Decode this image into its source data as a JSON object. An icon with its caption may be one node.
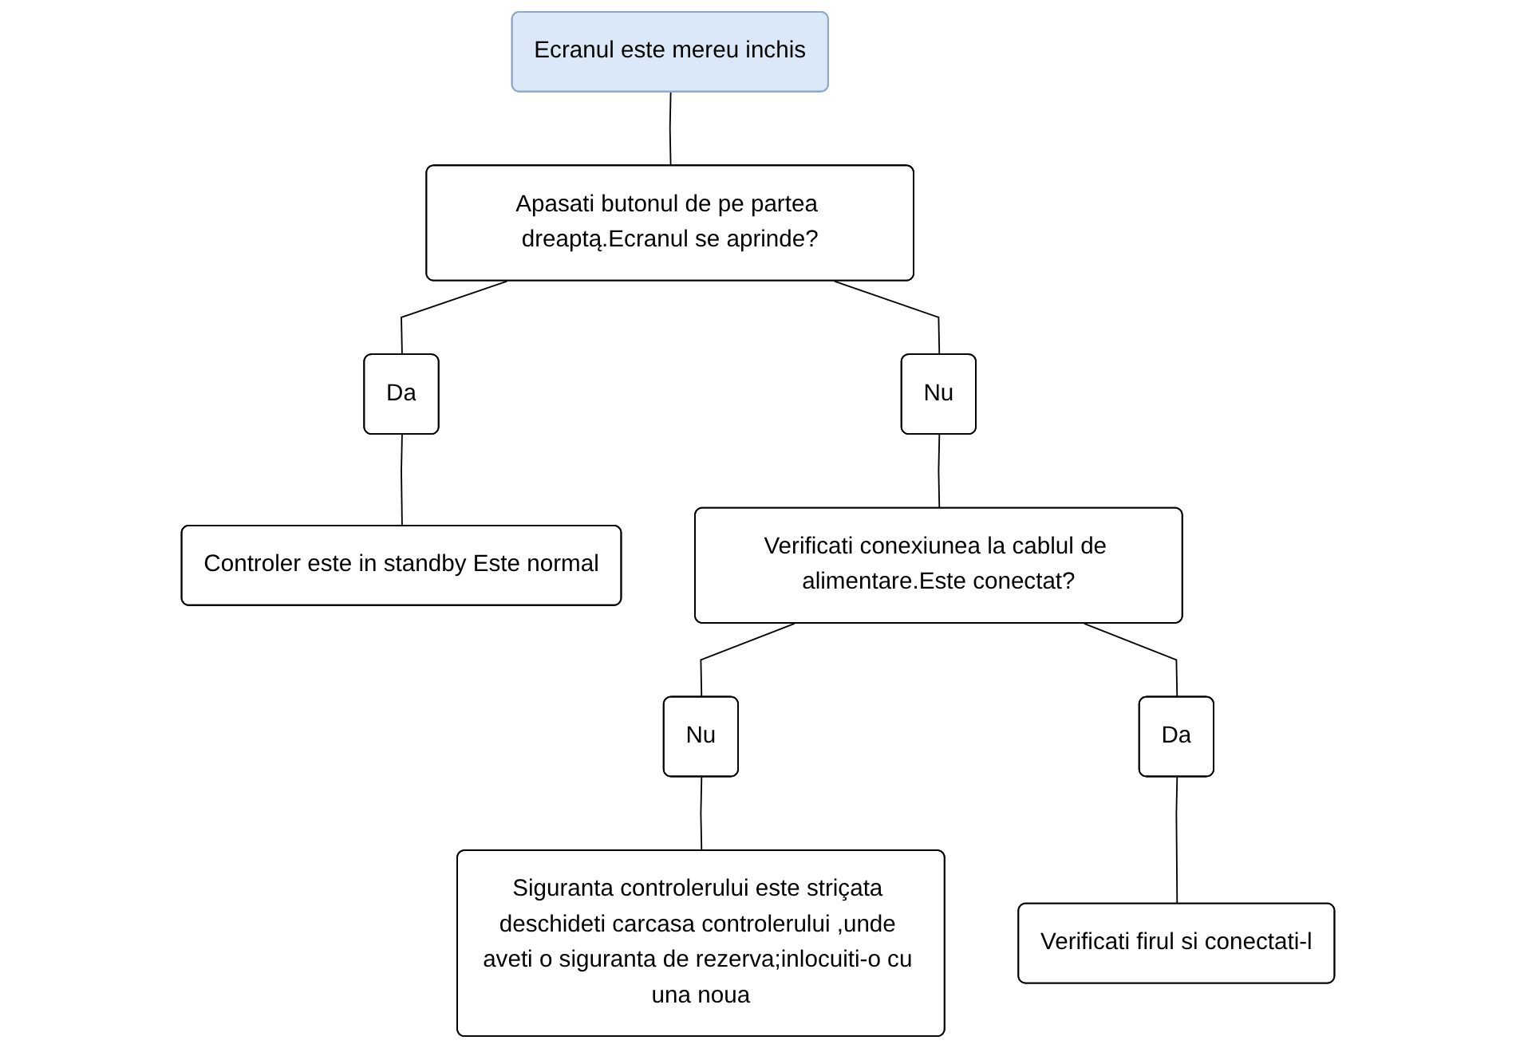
{
  "diagram": {
    "nodes": [
      {
        "text": [
          "Ecranul este mereu inchis"
        ]
      },
      {
        "text": [
          "Apasati butonul de pe partea dreaptą.Ecranul se aprinde?"
        ]
      },
      {
        "text": [
          "Nu"
        ]
      },
      {
        "text": [
          "Da"
        ]
      },
      {
        "text": [
          "Controler este in standby Este normal"
        ]
      },
      {
        "text": [
          "Verificati conexiunea la cablul de alimentare.Este conectat?"
        ]
      },
      {
        "text": [
          "Nu"
        ]
      },
      {
        "text": [
          "Da"
        ]
      },
      {
        "text": [
          "Siguranta controlerului este striçata deschideti carcasa controlerului ,unde aveti o siguranta de rezerva;inlocuiti-o cu una noua"
        ]
      },
      {
        "text": [
          "Verificati firul si conectati-l"
        ]
      }
    ],
    "edges": [
      {
        "from": 0,
        "to": 1,
        "arrow": "none"
      },
      {
        "from": 1,
        "to": 2,
        "arrow": "none"
      },
      {
        "from": 1,
        "to": 3,
        "arrow": "none"
      },
      {
        "from": 3,
        "to": 4,
        "arrow": "none"
      },
      {
        "from": 2,
        "to": 5,
        "arrow": "none"
      },
      {
        "from": 5,
        "to": 6,
        "arrow": "none"
      },
      {
        "from": 5,
        "to": 7,
        "arrow": "none"
      },
      {
        "from": 6,
        "to": 8,
        "arrow": "none"
      },
      {
        "from": 7,
        "to": 9,
        "arrow": "none"
      }
    ]
  }
}
